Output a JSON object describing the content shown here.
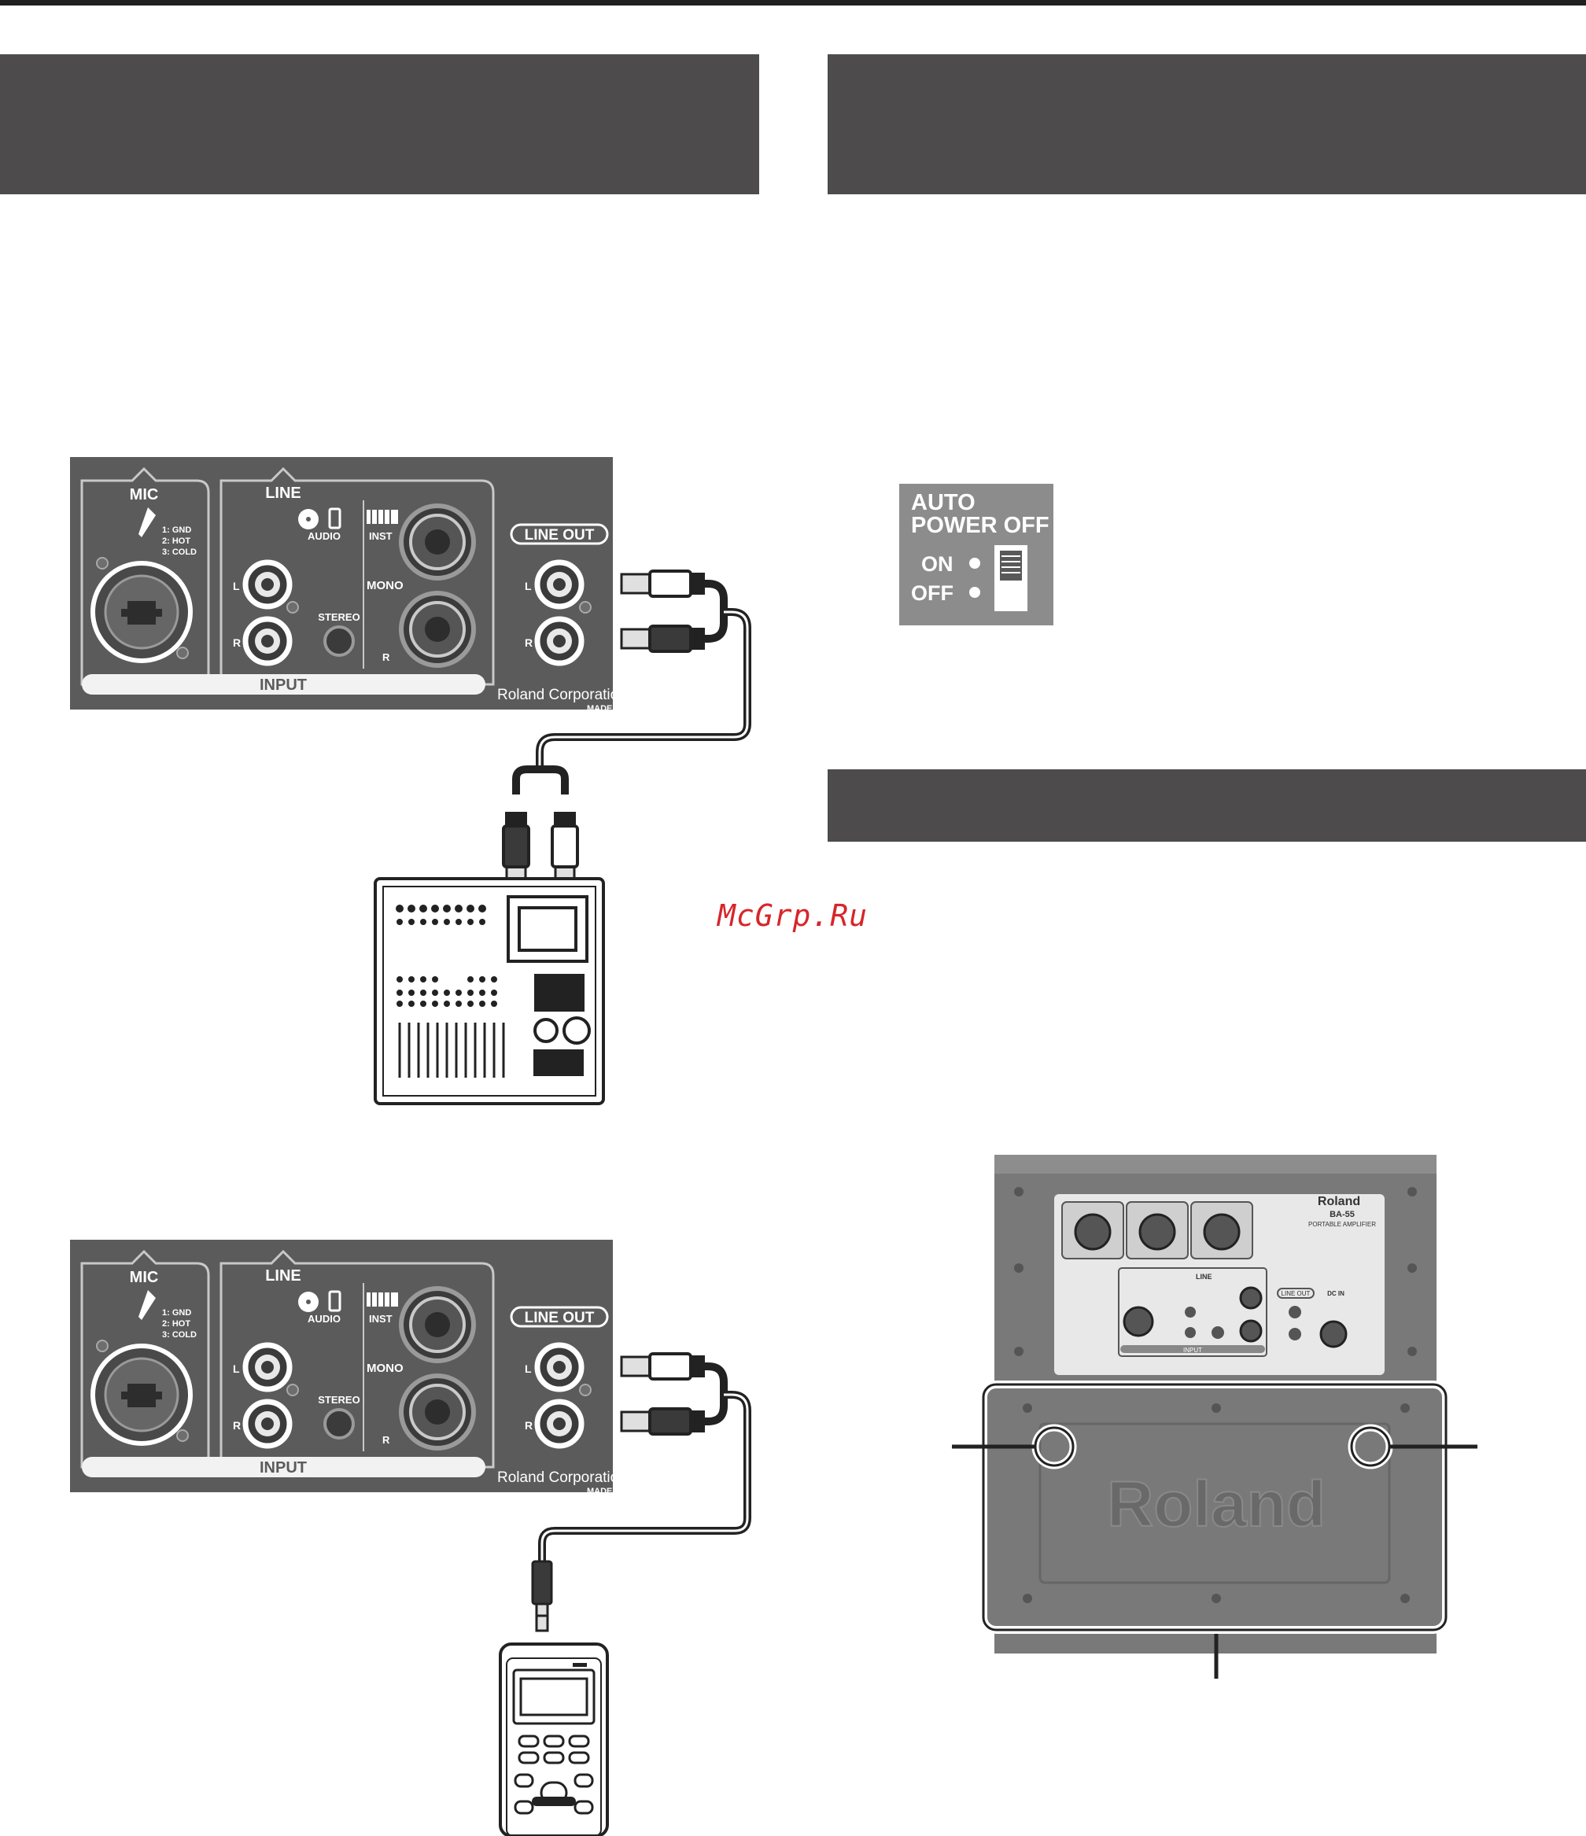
{
  "watermark": "McGrp.Ru",
  "panel": {
    "mic": "MIC",
    "line": "LINE",
    "pins": [
      "1: GND",
      "2: HOT",
      "3: COLD"
    ],
    "audio": "AUDIO",
    "inst": "INST",
    "mono": "MONO",
    "stereo": "STEREO",
    "l": "L",
    "r": "R",
    "input": "INPUT",
    "line_out": "LINE OUT",
    "corp": "Roland Corporation",
    "made_in": "MADE IN C"
  },
  "switch": {
    "auto": "AUTO",
    "power_off": "POWER OFF",
    "on": "ON",
    "off": "OFF"
  },
  "rear": {
    "logo": "Roland",
    "brand": "Roland",
    "model": "BA-55",
    "subtitle": "PORTABLE AMPLIFIER",
    "input": "INPUT",
    "line": "LINE",
    "line_out": "LINE OUT",
    "dc_in": "DC IN",
    "cover_logo": "Roland"
  },
  "colors": {
    "header_bar": "#4d4b4c",
    "panel_bg": "#5c5b5c",
    "switch_bg": "#8d8c8d",
    "watermark": "#d6262b"
  }
}
